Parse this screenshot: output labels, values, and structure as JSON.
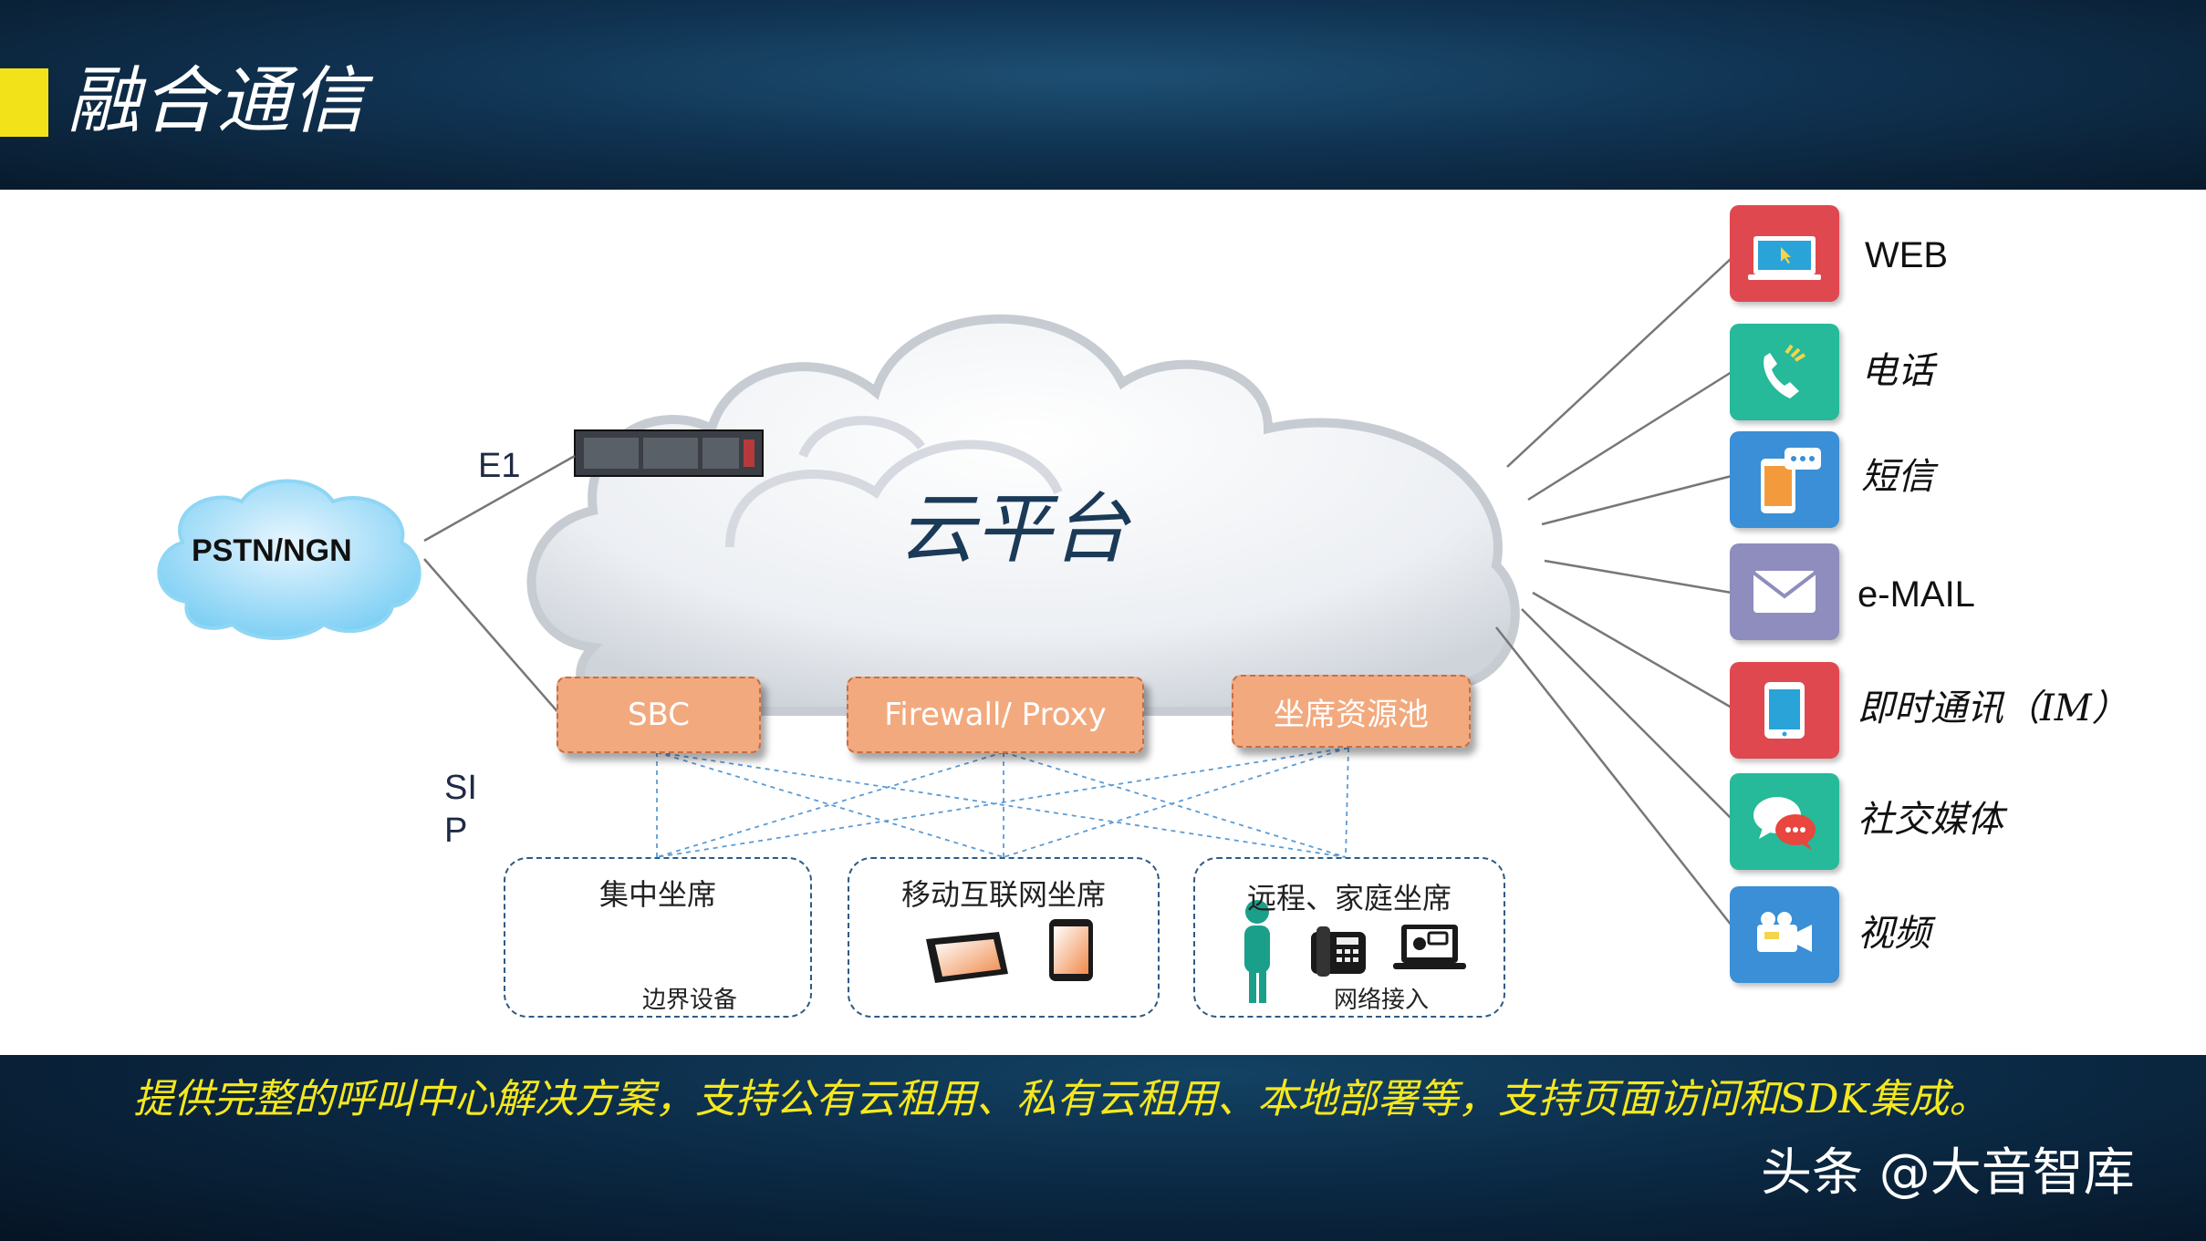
{
  "slide": {
    "title": "融合通信",
    "footer_text": "提供完整的呼叫中心解决方案，支持公有云租用、私有云租用、本地部署等，支持页面访问和SDK集成。",
    "watermark": "头条 @大音智库",
    "accent_color": "#f2e21a"
  },
  "diagram": {
    "cloud_label": "云平台",
    "pstn_label": "PSTN/NGN",
    "e1_label": "E1",
    "sip_label_line1": "SI",
    "sip_label_line2": "P",
    "boxes": {
      "sbc": "SBC",
      "firewall": "Firewall/ Proxy",
      "pool": "坐席资源池"
    },
    "groups": {
      "central": {
        "title": "集中坐席",
        "sub": "边界设备"
      },
      "mobile": {
        "title": "移动互联网坐席"
      },
      "remote": {
        "title": "远程、家庭坐席",
        "sub": "网络接入"
      }
    }
  },
  "channels": [
    {
      "label": "WEB",
      "icon": "laptop-icon",
      "color": "#e0484f"
    },
    {
      "label": "电话",
      "icon": "phone-icon",
      "color": "#26b99a"
    },
    {
      "label": "短信",
      "icon": "sms-icon",
      "color": "#3a8fd6"
    },
    {
      "label": "e-MAIL",
      "icon": "mail-icon",
      "color": "#8e8dbd"
    },
    {
      "label": "即时通讯（IM）",
      "icon": "tablet-icon",
      "color": "#e0484f"
    },
    {
      "label": "社交媒体",
      "icon": "chat-icon",
      "color": "#26b99a"
    },
    {
      "label": "视频",
      "icon": "video-icon",
      "color": "#3a8fd6"
    }
  ]
}
